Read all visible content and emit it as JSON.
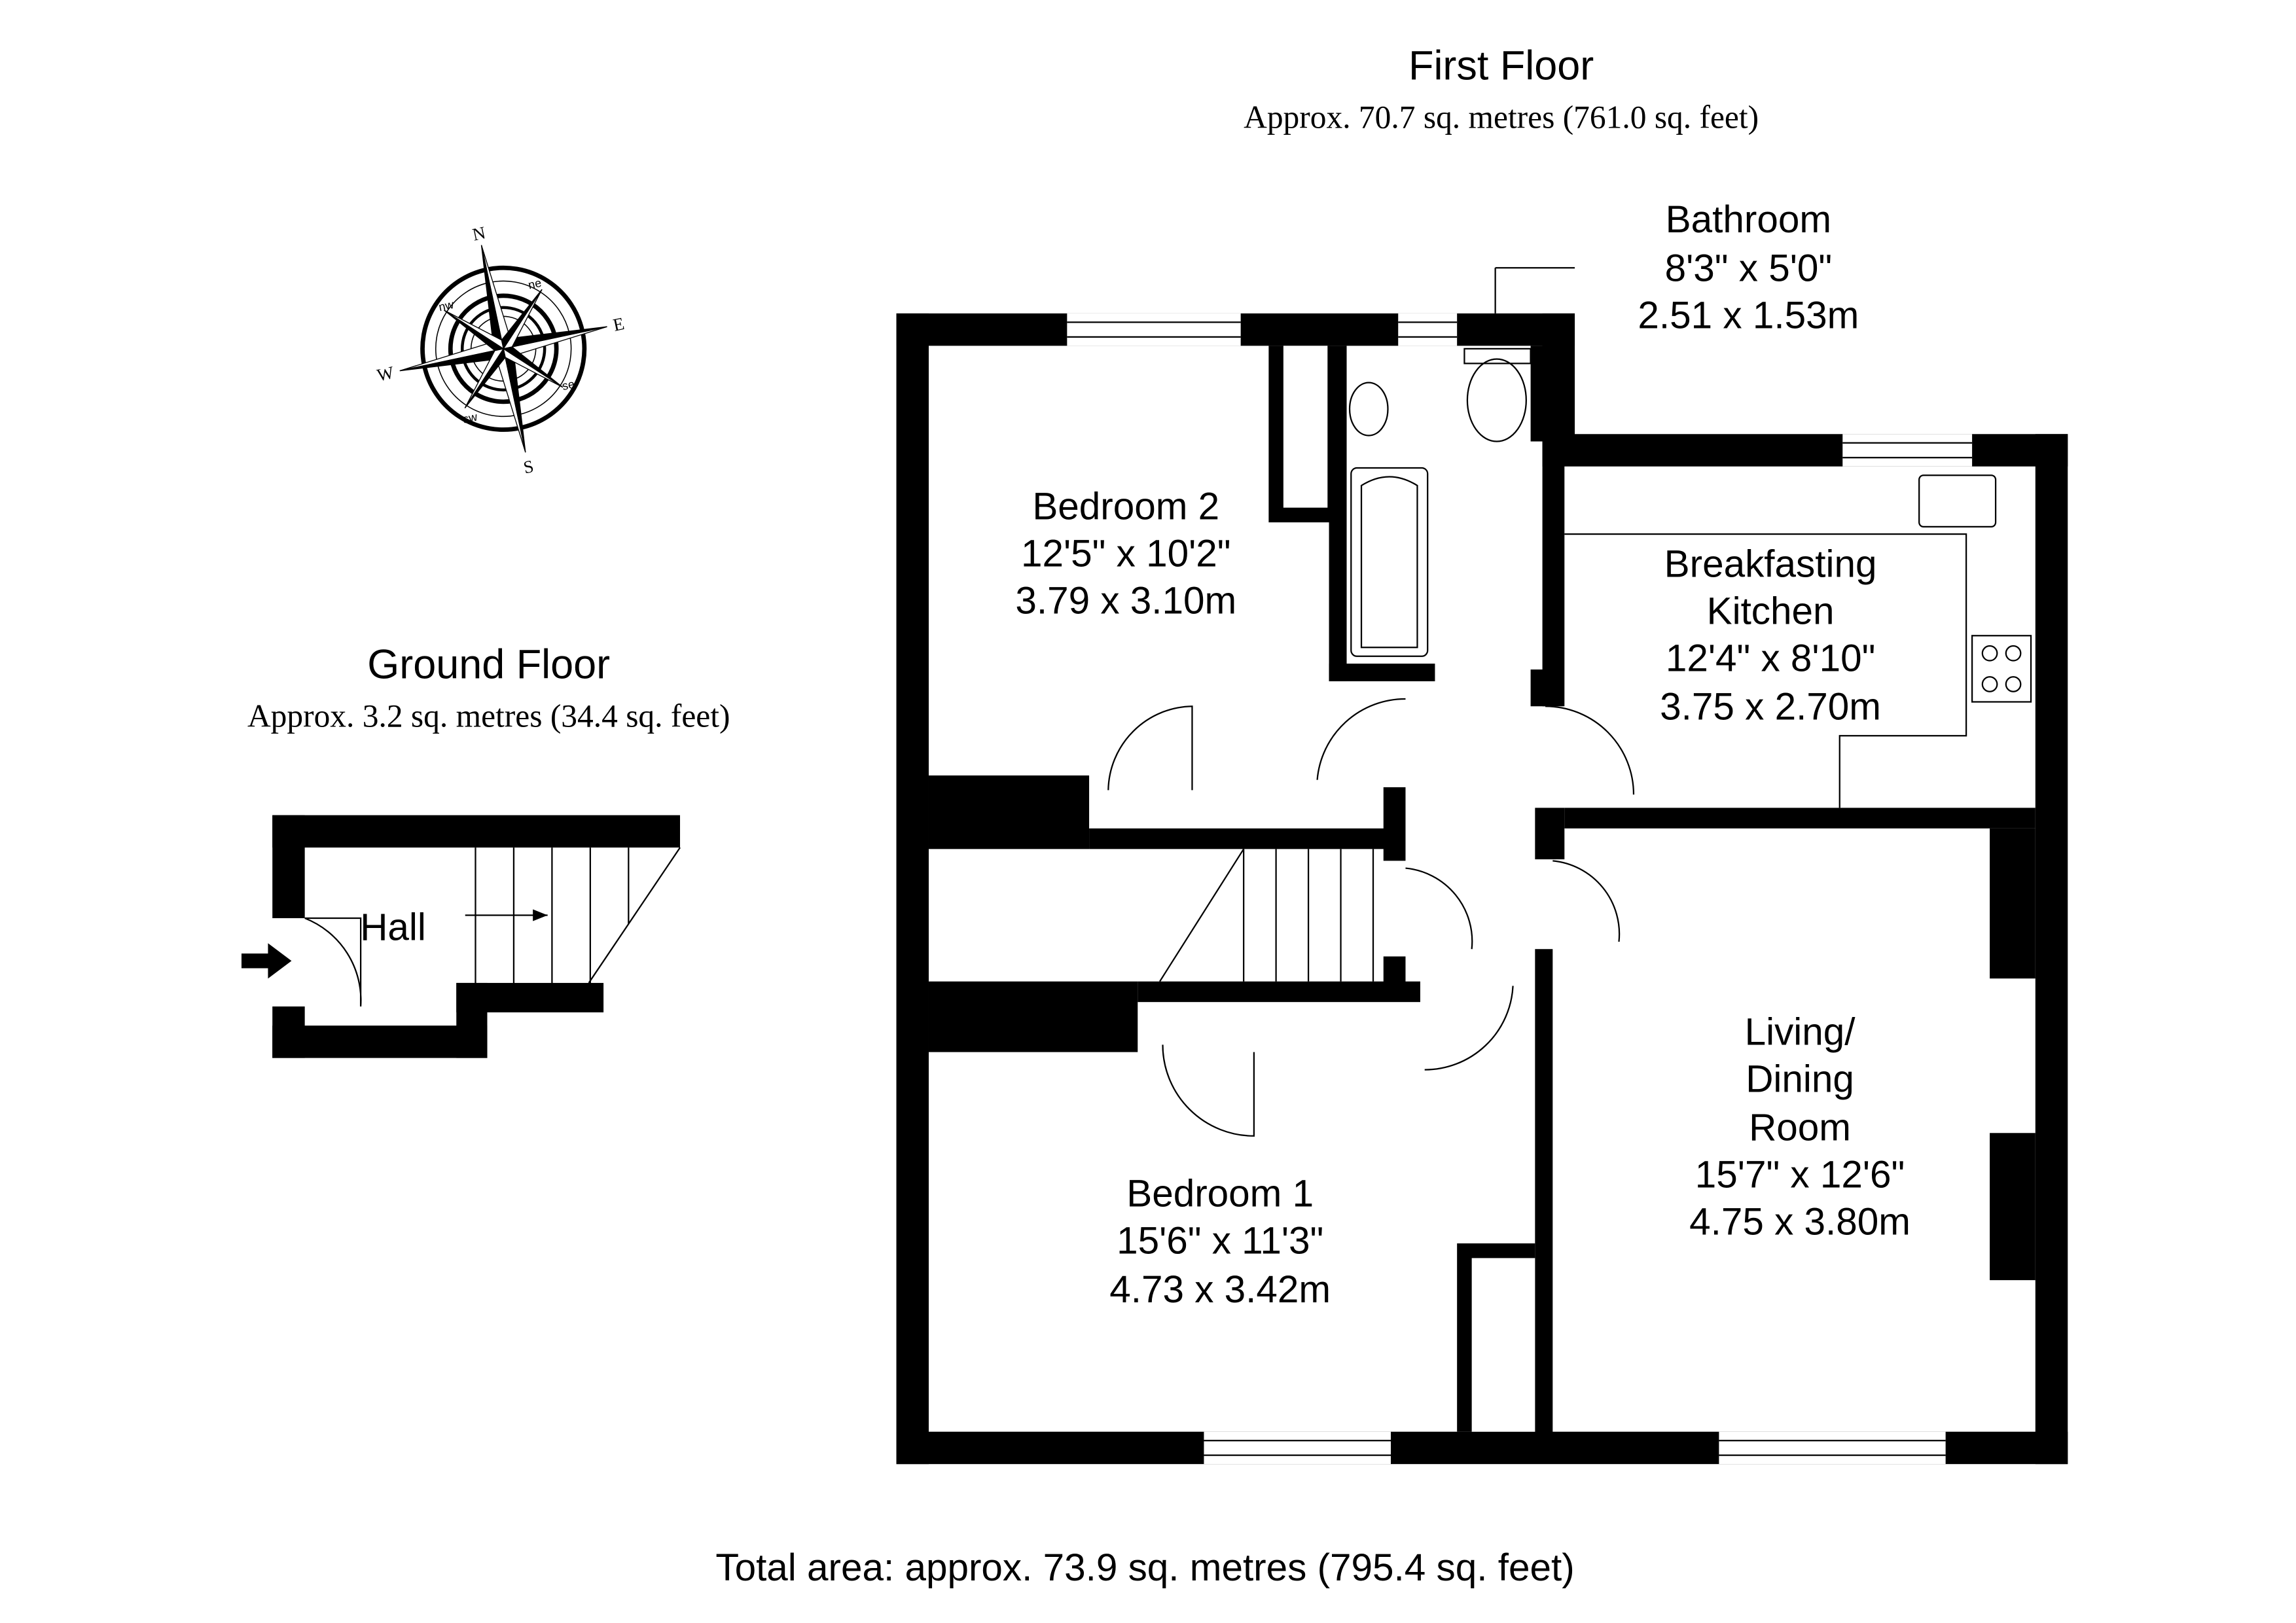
{
  "first_floor": {
    "title": "First Floor",
    "area": "Approx. 70.7 sq. metres (761.0 sq. feet)",
    "rooms": [
      {
        "name": "Bathroom",
        "imperial": "8'3\" x 5'0\"",
        "metric": "2.51 x 1.53m"
      },
      {
        "name": "Bedroom 2",
        "imperial": "12'5\" x 10'2\"",
        "metric": "3.79 x 3.10m"
      },
      {
        "name_line1": "Breakfasting",
        "name_line2": "Kitchen",
        "imperial": "12'4\" x 8'10\"",
        "metric": "3.75 x 2.70m"
      },
      {
        "name_line1": "Living/",
        "name_line2": "Dining",
        "name_line3": "Room",
        "imperial": "15'7\" x 12'6\"",
        "metric": "4.75 x 3.80m"
      },
      {
        "name": "Bedroom 1",
        "imperial": "15'6\" x 11'3\"",
        "metric": "4.73 x 3.42m"
      }
    ]
  },
  "ground_floor": {
    "title": "Ground Floor",
    "area": "Approx. 3.2 sq. metres (34.4 sq. feet)",
    "rooms": [
      {
        "name": "Hall"
      }
    ]
  },
  "compass": {
    "n": "N",
    "e": "E",
    "s": "S",
    "w": "W",
    "ne": "ne",
    "nw": "nw",
    "se": "se",
    "sw": "sw"
  },
  "total_area": "Total area: approx. 73.9 sq. metres (795.4 sq. feet)"
}
